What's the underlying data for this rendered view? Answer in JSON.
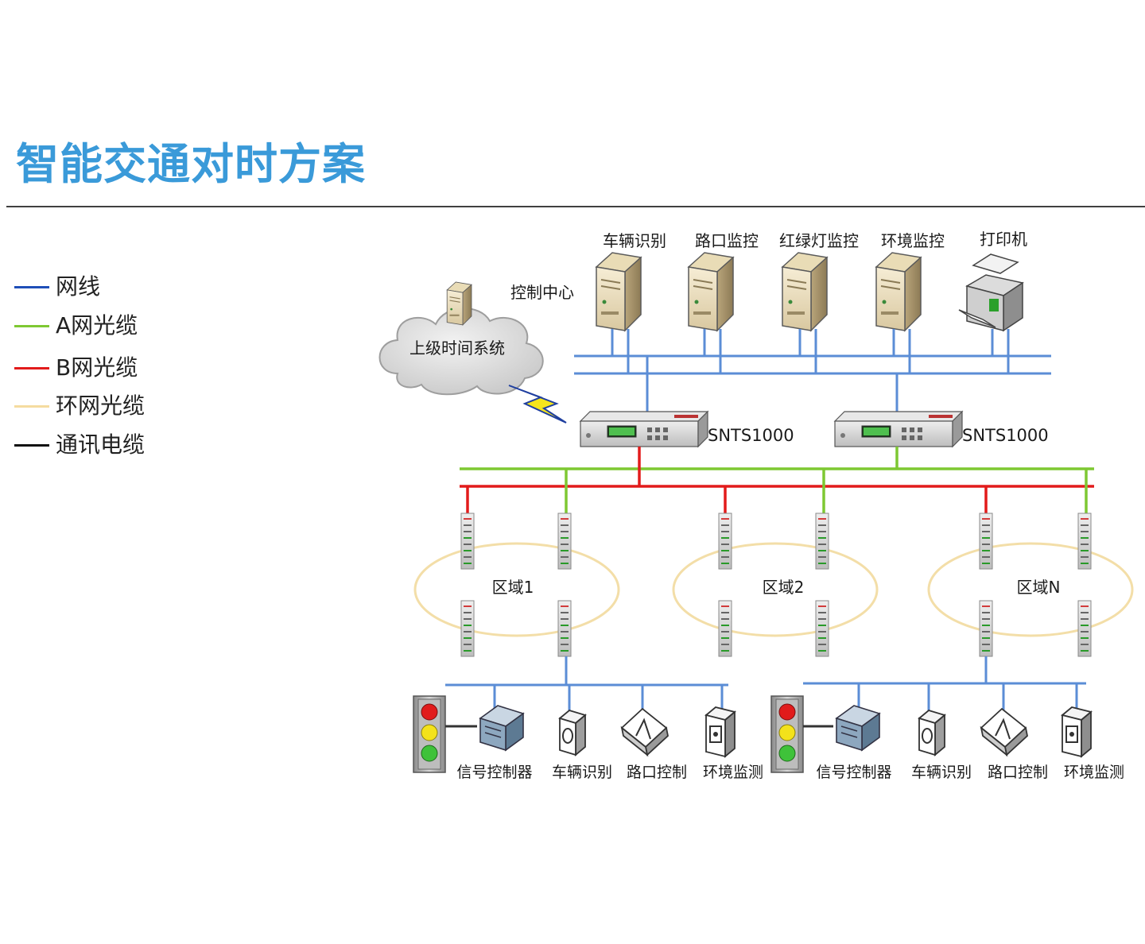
{
  "title": "智能交通对时方案",
  "legend": [
    {
      "label": "网线",
      "color": "#1f4fb8"
    },
    {
      "label": "A网光缆",
      "color": "#7ec832"
    },
    {
      "label": "B网光缆",
      "color": "#e21b1b"
    },
    {
      "label": "环网光缆",
      "color": "#f5dca0"
    },
    {
      "label": "通讯电缆",
      "color": "#111111"
    }
  ],
  "colors": {
    "network": "#5b8dd6",
    "fiber_a": "#7ec832",
    "fiber_b": "#e21b1b",
    "ring": "#f3deA8",
    "cable": "#333333"
  },
  "upstream": {
    "label": "上级时间系统"
  },
  "control_center": {
    "label": "控制中心"
  },
  "servers": [
    {
      "label": "车辆识别",
      "icon": "server-icon"
    },
    {
      "label": "路口监控",
      "icon": "server-icon"
    },
    {
      "label": "红绿灯监控",
      "icon": "server-icon"
    },
    {
      "label": "环境监控",
      "icon": "server-icon"
    },
    {
      "label": "打印机",
      "icon": "printer-icon"
    }
  ],
  "time_servers": [
    {
      "label": "SNTS1000"
    },
    {
      "label": "SNTS1000"
    }
  ],
  "regions": [
    {
      "label": "区域1"
    },
    {
      "label": "区域2"
    },
    {
      "label": "区域N"
    }
  ],
  "field_groups": [
    {
      "devices": [
        "信号控制器",
        "车辆识别",
        "路口控制",
        "环境监测"
      ]
    },
    {
      "devices": [
        "信号控制器",
        "车辆识别",
        "路口控制",
        "环境监测"
      ]
    }
  ]
}
